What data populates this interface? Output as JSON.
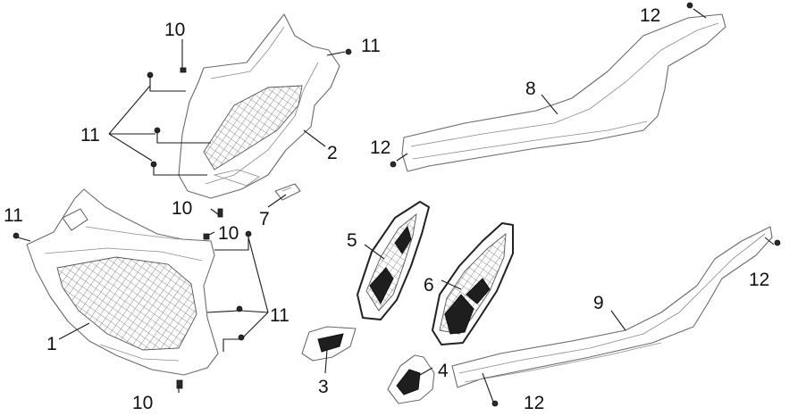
{
  "diagram": {
    "callouts": {
      "c1": "1",
      "c2": "2",
      "c3": "3",
      "c4": "4",
      "c5": "5",
      "c6": "6",
      "c7": "7",
      "c8": "8",
      "c9": "9",
      "c10a": "10",
      "c10b": "10",
      "c10c": "10",
      "c10d": "10",
      "c11a": "11",
      "c11b": "11",
      "c11c": "11",
      "c11d": "11",
      "c12a": "12",
      "c12b": "12",
      "c12c": "12",
      "c12d": "12"
    }
  }
}
